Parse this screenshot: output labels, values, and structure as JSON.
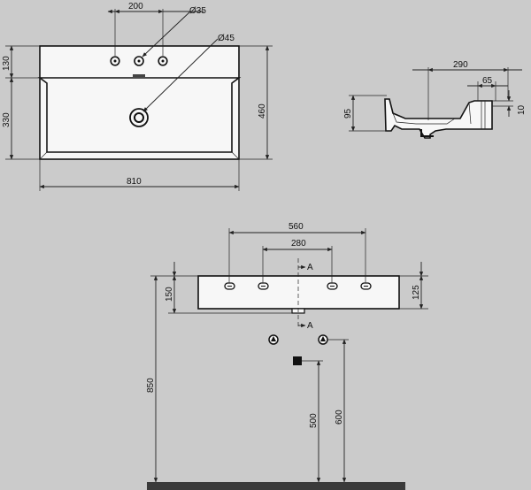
{
  "colors": {
    "background": "#cbcbcb",
    "basin": "#f7f7f7",
    "line": "#222222",
    "floor": "#3a3a3a"
  },
  "top_view": {
    "tap_hole_spacing": "200",
    "tap_hole_diameter": "Ø35",
    "drain_diameter": "Ø45",
    "deck_depth": "130",
    "bowl_depth": "330",
    "overall_depth": "460",
    "overall_width": "810"
  },
  "side_view": {
    "overall_depth": "290",
    "rim_depth": "65",
    "bowl_height": "95",
    "rim_thickness": "10"
  },
  "front_view": {
    "bracket_spacing_outer": "560",
    "bracket_spacing_inner": "280",
    "section_marker_top": "A",
    "section_marker_bottom": "A",
    "basin_height": "150",
    "front_height": "125",
    "total_height": "850",
    "drain_height": "500",
    "supply_height": "600"
  }
}
